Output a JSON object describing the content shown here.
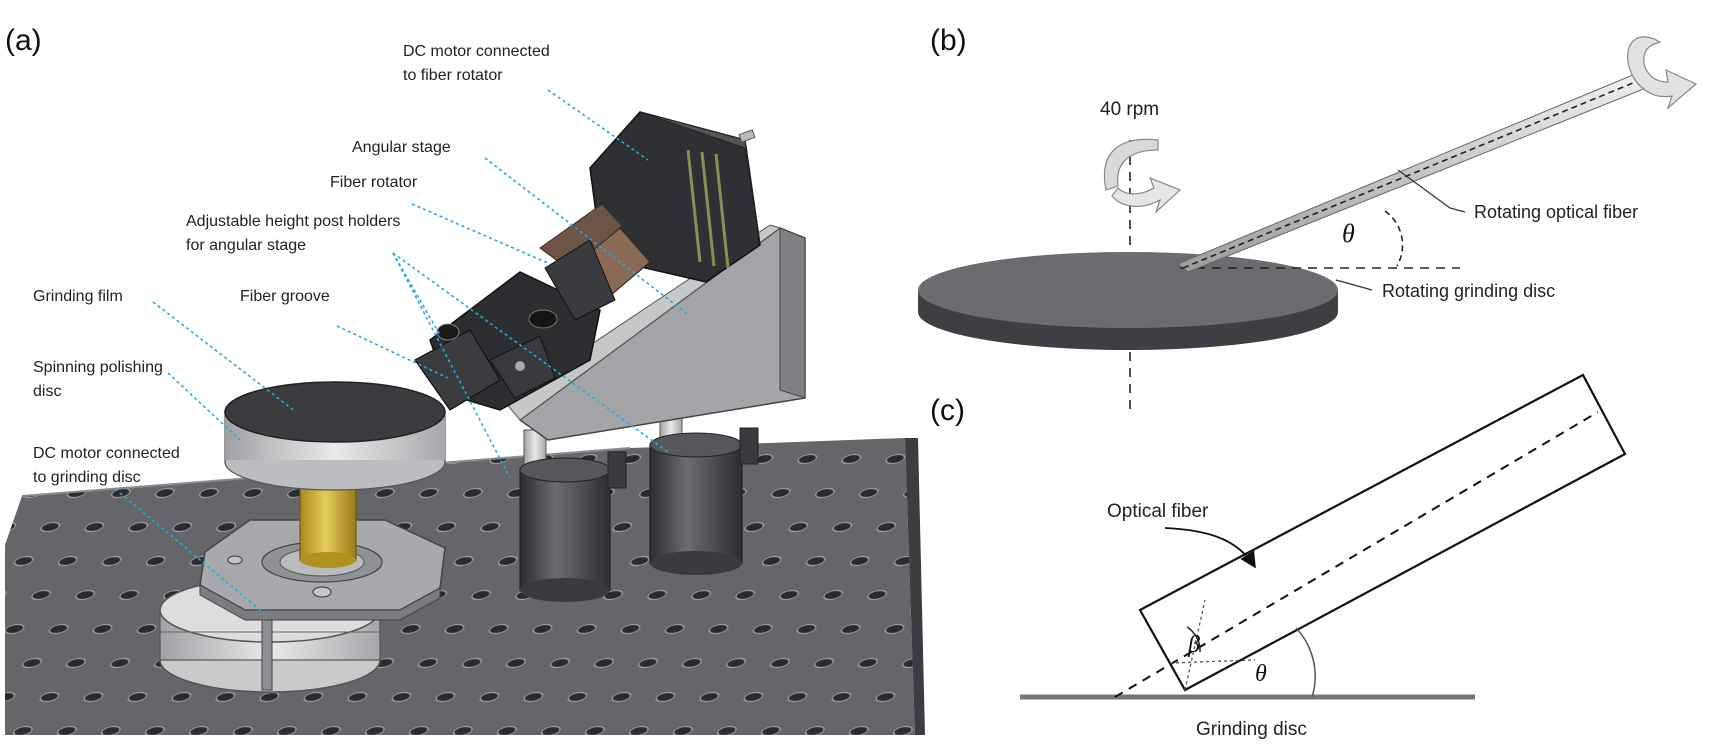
{
  "panels": {
    "a": "(a)",
    "b": "(b)",
    "c": "(c)"
  },
  "panel_a": {
    "labels": {
      "dc_motor_rotator_1": "DC motor connected",
      "dc_motor_rotator_2": "to fiber rotator",
      "angular_stage": "Angular stage",
      "fiber_rotator": "Fiber rotator",
      "post_holders_1": "Adjustable height post holders",
      "post_holders_2": "for angular stage",
      "grinding_film": "Grinding film",
      "fiber_groove": "Fiber groove",
      "polishing_disc_1": "Spinning polishing",
      "polishing_disc_2": "disc",
      "dc_motor_disc_1": "DC motor connected",
      "dc_motor_disc_2": "to grinding disc"
    },
    "colors": {
      "leader": "#29a8e0",
      "table": "#5e6064",
      "brass": "#c9a92e"
    }
  },
  "panel_b": {
    "speed": "40 rpm",
    "rotating_fiber": "Rotating optical fiber",
    "rotating_disc": "Rotating grinding disc",
    "theta": "θ"
  },
  "panel_c": {
    "optical_fiber": "Optical fiber",
    "grinding_disc": "Grinding disc",
    "beta": "β",
    "theta": "θ"
  }
}
